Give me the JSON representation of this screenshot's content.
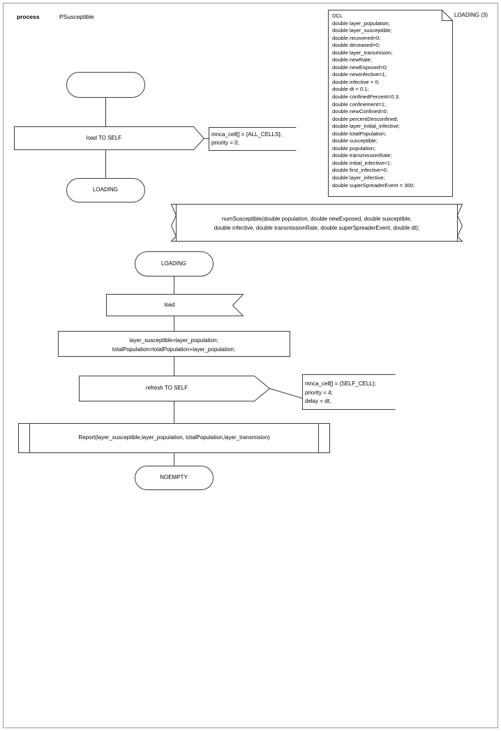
{
  "page": {
    "header": {
      "keyword": "process",
      "name": "PSusceptible"
    },
    "border_color": "#9a9a9a",
    "line_color": "#3a3a3a"
  },
  "dcl_box": {
    "corner_label": "LOADING (3)",
    "title": "DCL",
    "declarations": [
      "double layer_population;",
      "double layer_susceptible;",
      "double recovered=0;",
      "double deceased=0;",
      "double layer_transmision;",
      "double newRate;",
      "double newExposed=0;",
      "double newInfective=1;",
      "double infective = 0;",
      "double dt = 0.1;",
      "double confinedPercent=0.3;",
      "double confinement=1;",
      "double newConfined=0;",
      "double percentDesconfined;",
      "double layer_initial_infective;",
      "double totalPopulation;",
      "double susceptible;",
      "double population;",
      "double transmissionRate;",
      "double initial_infective=1;",
      "double first_infective=0;",
      "double layer_infective;",
      "double superSpreaderEvent = 300;"
    ],
    "text": "DCL\ndouble layer_population;\ndouble layer_susceptible;\ndouble recovered=0;\ndouble deceased=0;\ndouble layer_transmision;\ndouble newRate;\ndouble newExposed=0;\ndouble newInfective=1;\ndouble infective = 0;\ndouble dt = 0.1;\ndouble confinedPercent=0.3;\ndouble confinement=1;\ndouble newConfined=0;\ndouble percentDesconfined;\ndouble layer_initial_infective;\ndouble totalPopulation;\ndouble susceptible;\ndouble population;\ndouble transmissionRate;\ndouble initial_infective=1;\ndouble first_infective=0;\ndouble layer_infective;\ndouble superSpreaderEvent = 300;"
  },
  "flow": {
    "start_state": {
      "label": ""
    },
    "output_load_self": {
      "label": "load TO SELF"
    },
    "comment_load": {
      "line1": "mnca_cell[] = {ALL_CELLS};",
      "line2": "priority = 0;",
      "text": "mnca_cell[] = {ALL_CELLS};\npriority = 0;"
    },
    "state_loading_1": {
      "label": "LOADING"
    },
    "procedure_decl": {
      "line1": "numSusceptible(double population, double newExposed, double susceptible,",
      "line2": "double infective, double transmissionRate, double superSpreaderEvent, double dt);",
      "text": "numSusceptible(double population, double newExposed, double susceptible,\ndouble infective, double transmissionRate, double superSpreaderEvent, double dt);"
    },
    "state_loading_2": {
      "label": "LOADING"
    },
    "input_load": {
      "label": "load"
    },
    "task_assign": {
      "line1": "layer_susceptible=layer_population;",
      "line2": "totalPopulation=totalPopulation+layer_population;",
      "text": "layer_susceptible=layer_population;\ntotalPopulation=totalPopulation+layer_population;"
    },
    "output_refresh_self": {
      "label": "refresh TO SELF"
    },
    "comment_refresh": {
      "line1": "mnca_cell[] = {SELF_CELL};",
      "line2": "priority = 4;",
      "line3": "delay = dt;",
      "text": "mnca_cell[] = {SELF_CELL};\npriority = 4;\ndelay = dt;"
    },
    "procedure_call_report": {
      "label": "Report(layer_susceptible,layer_population, totalPopulation,layer_transmision)"
    },
    "state_noempty": {
      "label": "NOEMPTY"
    }
  }
}
